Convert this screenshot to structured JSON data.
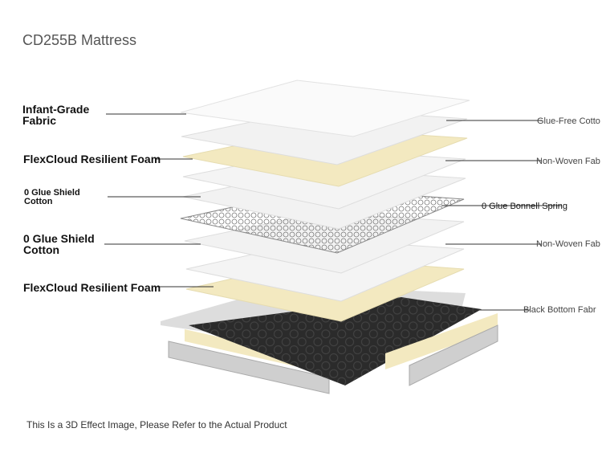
{
  "title": "CD255B Mattress",
  "left_labels": [
    {
      "line1": "Infant-Grade",
      "line2": "Fabric"
    },
    {
      "line1": "FlexCloud Resilient Foam",
      "line2": ""
    },
    {
      "line1": "0 Glue Shield",
      "line2": "Cotton"
    },
    {
      "line1": "0 Glue Shield",
      "line2": "Cotton"
    },
    {
      "line1": "FlexCloud Resilient Foam",
      "line2": ""
    }
  ],
  "right_labels": [
    "Glue-Free Cotto",
    "Non-Woven Fab",
    "0 Glue Bonnell Spring",
    "Non-Woven Fab",
    "Black Bottom Fabr"
  ],
  "note": "This Is a 3D Effect Image, Please Refer to the Actual Product",
  "colors": {
    "foam": "#f3e9c0",
    "white_layer": "#f2f2f2",
    "bottom": "#2a2a2a"
  }
}
